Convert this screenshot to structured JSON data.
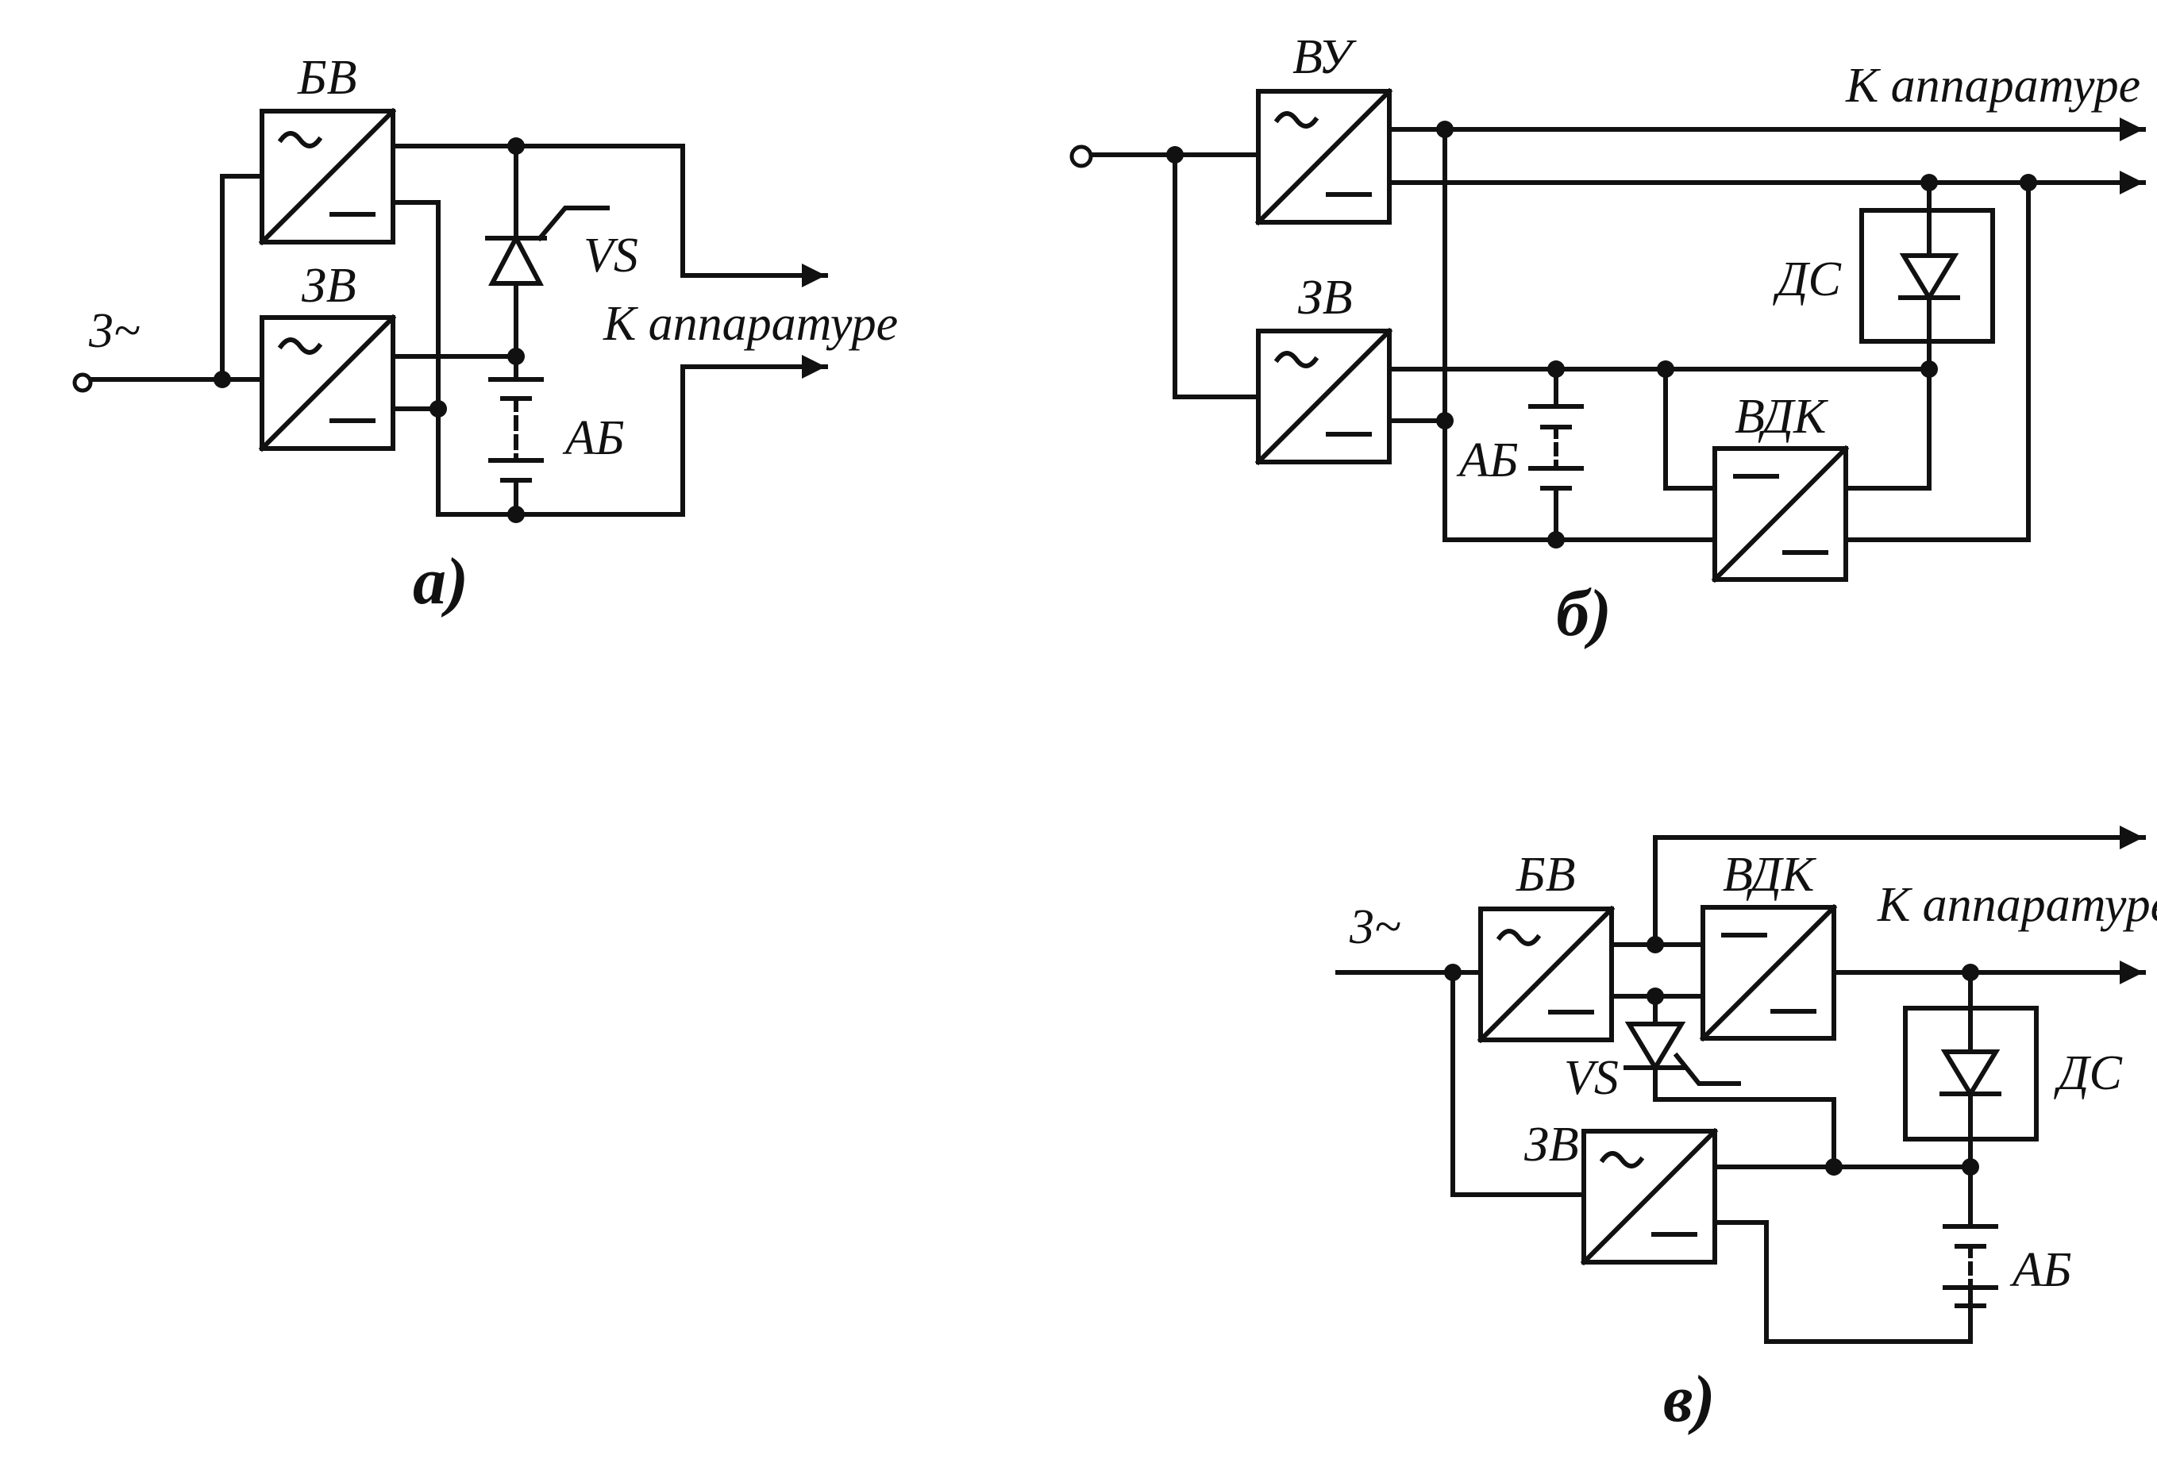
{
  "colors": {
    "ink": "#111111",
    "background": "#ffffff"
  },
  "panel_a": {
    "caption": "а)",
    "input_label": "3~",
    "blocks": {
      "bv": "БВ",
      "zv": "ЗВ"
    },
    "thyristor_label": "VS",
    "battery_label": "АБ",
    "output_label": "К аппаратуре"
  },
  "panel_b": {
    "caption": "б)",
    "blocks": {
      "vu": "ВУ",
      "zv": "ЗВ",
      "vdk": "ВДК",
      "ds": "ДС"
    },
    "battery_label": "АБ",
    "output_label": "К аппаратуре"
  },
  "panel_c": {
    "caption": "в)",
    "input_label": "3~",
    "blocks": {
      "bv": "БВ",
      "vdk": "ВДК",
      "zv": "ЗВ",
      "ds": "ДС"
    },
    "thyristor_label": "VS",
    "battery_label": "АБ",
    "output_label": "К аппаратуре"
  }
}
